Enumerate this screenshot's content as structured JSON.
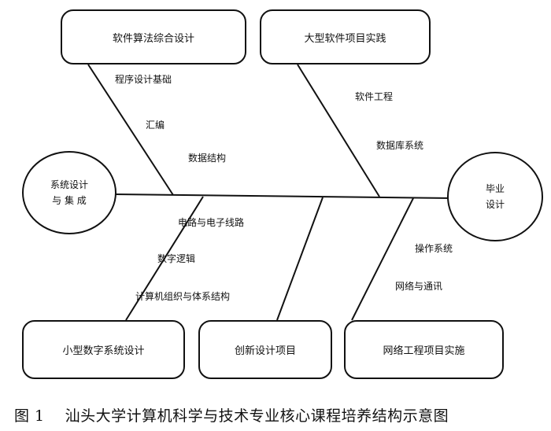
{
  "nodes": {
    "left_circle": {
      "line1": "系统设计",
      "line2": "与 集 成"
    },
    "right_circle": {
      "line1": "毕业",
      "line2": "设计"
    },
    "top_left_box": "软件算法综合设计",
    "top_right_box": "大型软件项目实践",
    "bottom_left_box": "小型数字系统设计",
    "bottom_middle_box": "创新设计项目",
    "bottom_right_box": "网络工程项目实施"
  },
  "branch_labels": {
    "top_left": [
      "程序设计基础",
      "汇编",
      "数据结构"
    ],
    "top_right": [
      "软件工程",
      "数据库系统"
    ],
    "bottom_left": [
      "电路与电子线路",
      "数字逻辑",
      "计算机组织与体系结构"
    ],
    "bottom_right": [
      "操作系统",
      "网络与通讯"
    ]
  },
  "caption": {
    "figure_number": "图 1",
    "title": "汕头大学计算机科学与技术专业核心课程培养结构示意图"
  }
}
